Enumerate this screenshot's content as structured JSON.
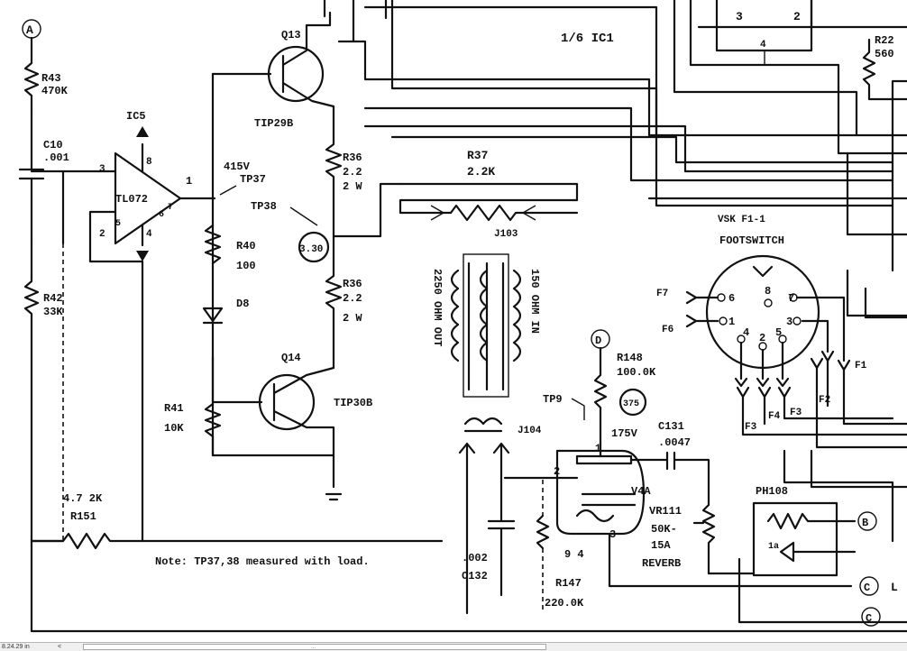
{
  "schematic": {
    "ref_a": "A",
    "ref_b": "B",
    "ref_c": "C",
    "ref_d": "D",
    "ref_l": "L",
    "ic_main": "1/6 IC1",
    "pin_3": "3",
    "pin_2": "2",
    "pin_4": "4",
    "r22": "R22",
    "r22_value": "560",
    "r43": "R43",
    "r43_value": "470K",
    "c10": "C10",
    "c10_value": ".001",
    "ic5": "IC5",
    "ic5_type": "TL072",
    "ic5_pin1": "1",
    "ic5_pin3": "3",
    "ic5_pin2": "2",
    "ic5_pin8": "8",
    "ic5_pin4": "4",
    "ic5_pin5": "5",
    "ic5_pin7": "7",
    "ic5_pin6": "6",
    "q13": "Q13",
    "q13_type": "TIP29B",
    "voltage_415": "415V",
    "tp37": "TP37",
    "tp38": "TP38",
    "tp38_value": "3.30",
    "r36_top": "R36",
    "r36_top_value": "2.2",
    "r36_top_watt": "2 W",
    "r37": "R37",
    "r37_value": "2.2K",
    "j103": "J103",
    "r40": "R40",
    "r40_value": "100",
    "d8": "D8",
    "r36_bottom": "R36",
    "r36_bottom_value": "2.2",
    "r36_bottom_watt": "2 W",
    "transformer_primary": "2250 OHM OUT",
    "transformer_secondary": "150 OHM IN",
    "vsk": "VSK F1-1",
    "footswitch": "FOOTSWITCH",
    "f7": "F7",
    "f6": "F6",
    "f1": "F1",
    "f2": "F2",
    "f3a": "F3",
    "f3b": "F3",
    "f4": "F4",
    "socket_pin6": "6",
    "socket_pin1": "1",
    "socket_pin4": "4",
    "socket_pin2": "2",
    "socket_pin5": "5",
    "socket_pin7": "7",
    "socket_pin3": "3",
    "socket_pin8": "8",
    "q14": "Q14",
    "q14_type": "TIP30B",
    "r41": "R41",
    "r41_value": "10K",
    "r148": "R148",
    "r148_value": "100.0K",
    "tp9": "TP9",
    "tp9_value": "375",
    "voltage_175": "175V",
    "c131": "C131",
    "c131_value": ".0047",
    "j104": "J104",
    "v4a": "V4A",
    "v4a_pin1": "1",
    "v4a_pin2": "2",
    "v4a_pin3": "3",
    "v4a_pins": "9 4",
    "vr111": "VR111",
    "vr111_value": "50K-",
    "vr111_taper": "15A",
    "vr111_name": "REVERB",
    "ph108": "PH108",
    "ph108_led": "1a",
    "r151_value": "4.7 2K",
    "r151": "R151",
    "note": "Note: TP37,38 measured with load.",
    "c132_value": ".002",
    "c132": "C132",
    "r147": "R147",
    "r147_value": "220.0K"
  },
  "statusbar": {
    "page_size": "8.24.29 in",
    "nav_arrow": "<",
    "grip": "..."
  }
}
